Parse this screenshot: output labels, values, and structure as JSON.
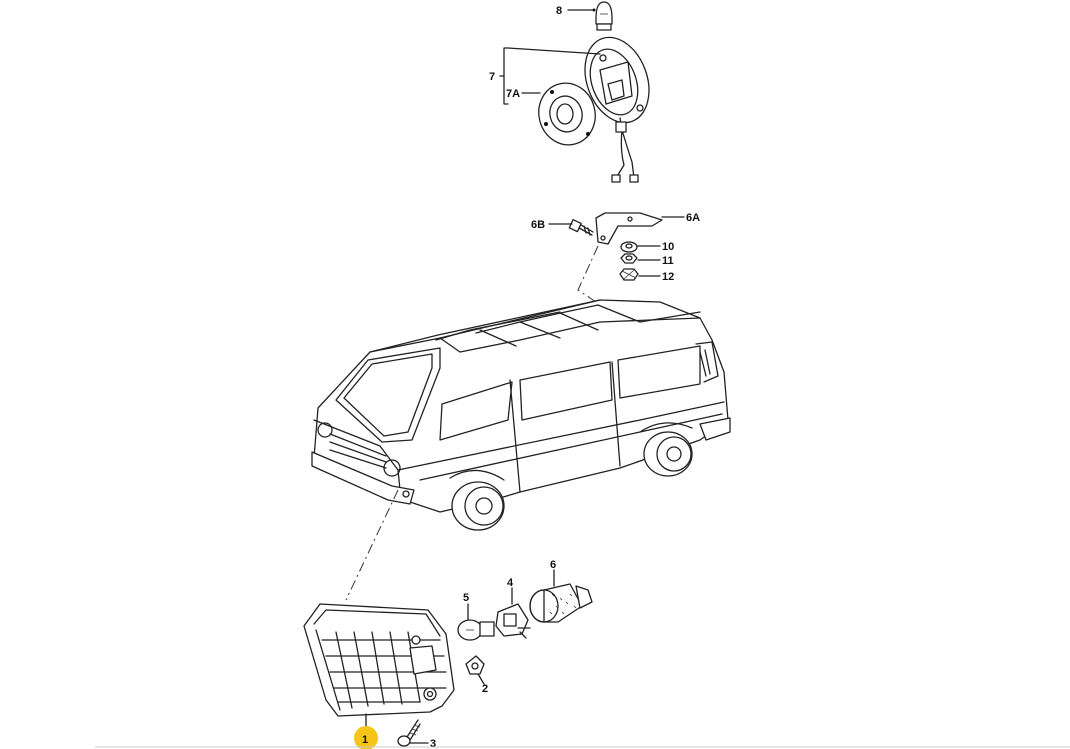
{
  "diagram": {
    "labels": {
      "l1": "1",
      "l2": "2",
      "l3": "3",
      "l4": "4",
      "l5": "5",
      "l6": "6",
      "l6a": "6A",
      "l6b": "6B",
      "l7": "7",
      "l7a": "7A",
      "l8": "8",
      "l10": "10",
      "l11": "11",
      "l12": "12"
    },
    "highlight_color": "#f5c518"
  }
}
